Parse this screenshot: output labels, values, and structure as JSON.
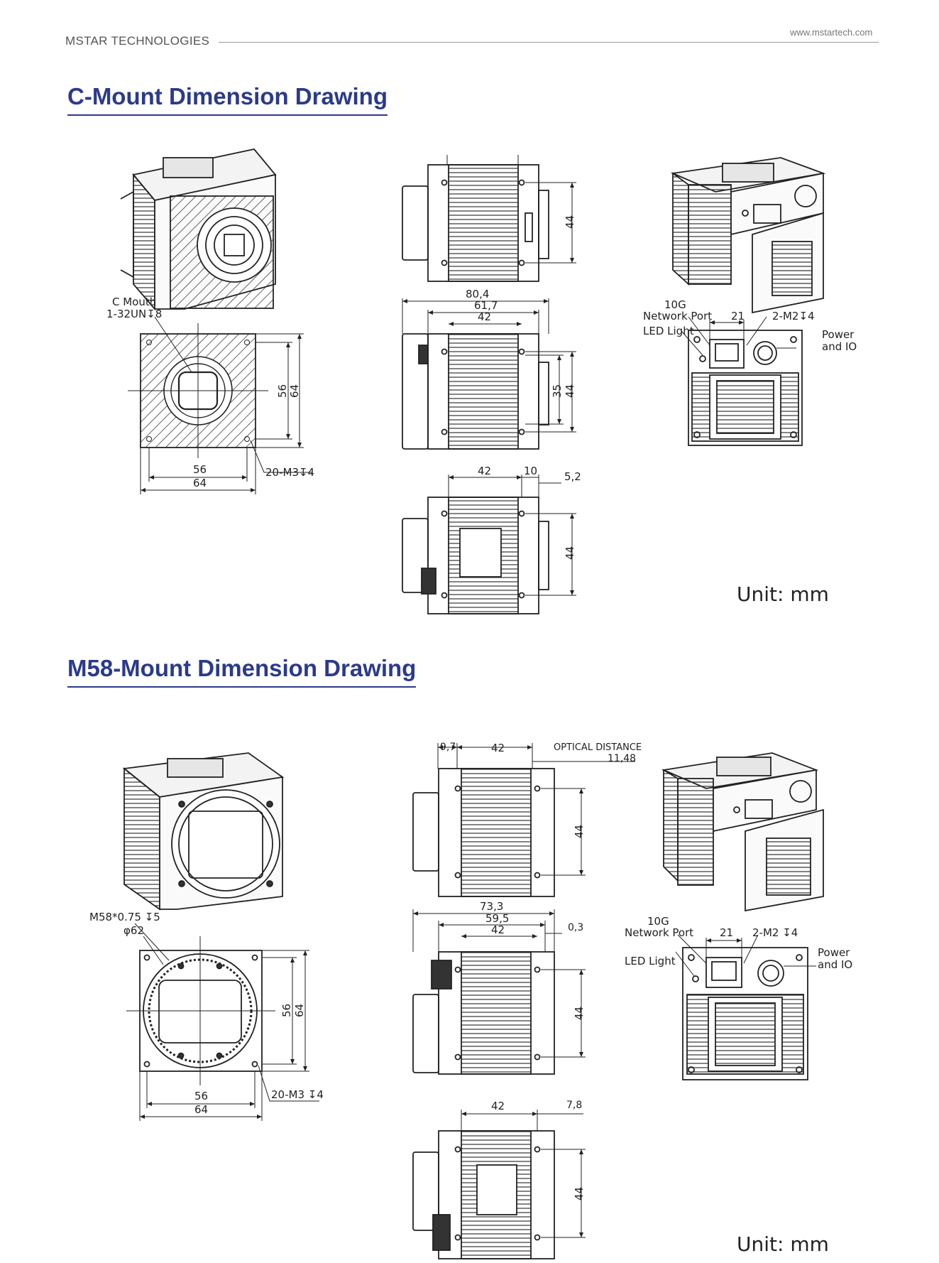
{
  "header": {
    "company": "MSTAR TECHNOLOGIES",
    "url": "www.mstartech.com"
  },
  "sections": [
    {
      "title": "C-Mount Dimension Drawing",
      "unit": "Unit: mm",
      "front_view": {
        "mount_label_1": "C Mouth",
        "mount_label_2": "1-32UN↧8",
        "dim_width_inner": "56",
        "dim_width_outer": "64",
        "dim_height_inner": "56",
        "dim_height_outer": "64",
        "holes": "20-M3↧4"
      },
      "top_side_view": {
        "height": "44"
      },
      "side_view": {
        "total_length": "80,4",
        "body_length": "61,7",
        "fin_length": "42",
        "hole_spacing": "35",
        "height": "44"
      },
      "bottom_side_view": {
        "fin_length": "42",
        "rear_length": "10",
        "offset": "5,2",
        "height": "44"
      },
      "rear_view": {
        "port_label_1": "10G",
        "port_label_2": "Network Port",
        "led_label": "LED Light",
        "port_spacing": "21",
        "screws": "2-M2↧4",
        "power_label_1": "Power",
        "power_label_2": "and IO"
      }
    },
    {
      "title": "M58-Mount Dimension Drawing",
      "unit": "Unit: mm",
      "front_view": {
        "mount_label_1": "M58*0.75 ↧5",
        "mount_label_2": "φ62",
        "dim_width_inner": "56",
        "dim_width_outer": "64",
        "dim_height_inner": "56",
        "dim_height_outer": "64",
        "holes": "20-M3 ↧4"
      },
      "top_side_view": {
        "front_offset": "9,7",
        "fin_length": "42",
        "optical_label": "OPTICAL DISTANCE",
        "optical_value": "11,48",
        "height": "44"
      },
      "side_view": {
        "total_length": "73,3",
        "body_length": "59,5",
        "fin_length": "42",
        "offset": "0,3",
        "height": "44"
      },
      "bottom_side_view": {
        "fin_length": "42",
        "offset": "7,8",
        "height": "44"
      },
      "rear_view": {
        "port_label_1": "10G",
        "port_label_2": "Network Port",
        "led_label": "LED Light",
        "port_spacing": "21",
        "screws": "2-M2 ↧4",
        "power_label_1": "Power",
        "power_label_2": "and IO"
      }
    }
  ]
}
